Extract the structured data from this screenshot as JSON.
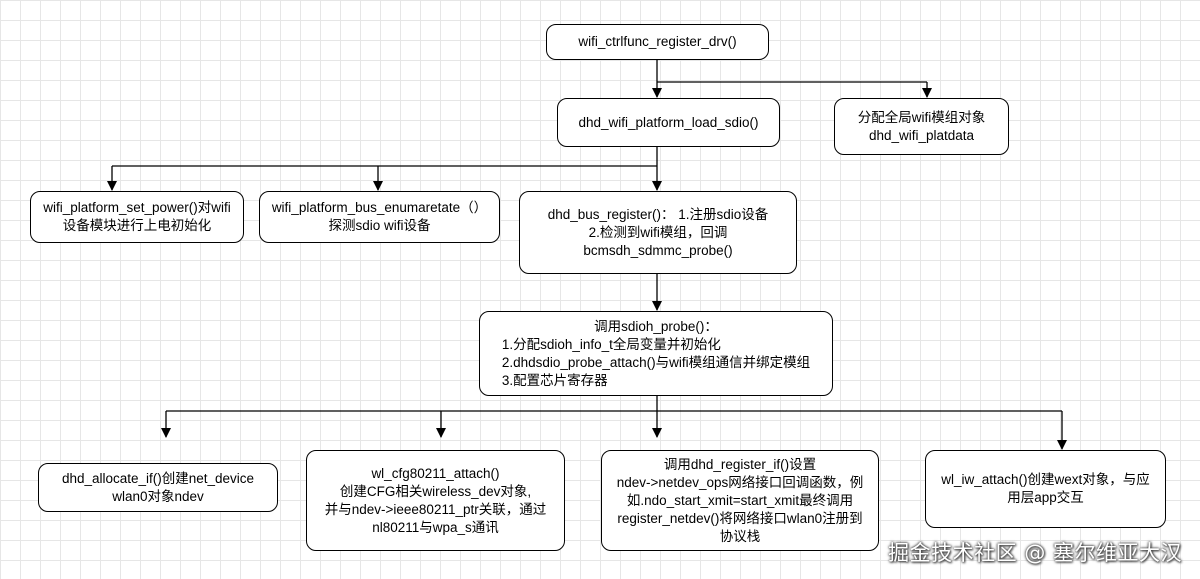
{
  "nodes": {
    "root": [
      "wifi_ctrlfunc_register_drv()"
    ],
    "load_sdio": [
      "dhd_wifi_platform_load_sdio()"
    ],
    "alloc_global": [
      "分配全局wifi模组对象",
      "dhd_wifi_platdata"
    ],
    "set_power": [
      "wifi_platform_set_power()对wifi",
      "设备模块进行上电初始化"
    ],
    "bus_enum": [
      "wifi_platform_bus_enumaretate（）",
      "探测sdio wifi设备"
    ],
    "bus_register": [
      "dhd_bus_register()： 1.注册sdio设备",
      "2.检测到wifi模组，回调",
      "bcmsdh_sdmmc_probe()"
    ],
    "sdioh_probe": [
      "调用sdioh_probe()：",
      "1.分配sdioh_info_t全局变量并初始化",
      "2.dhdsdio_probe_attach()与wifi模组通信并绑定模组",
      "3.配置芯片寄存器"
    ],
    "allocate_if": [
      "dhd_allocate_if()创建net_device",
      "wlan0对象ndev"
    ],
    "cfg80211": [
      "wl_cfg80211_attach()",
      "创建CFG相关wireless_dev对象,",
      "并与ndev->ieee80211_ptr关联，通过",
      "nl80211与wpa_s通讯"
    ],
    "register_if": [
      "调用dhd_register_if()设置",
      "ndev->netdev_ops网络接口回调函数，例",
      "如.ndo_start_xmit=start_xmit最终调用",
      "register_netdev()将网络接口wlan0注册到",
      "协议栈"
    ],
    "iw_attach": [
      "wl_iw_attach()创建wext对象，与应",
      "用层app交互"
    ]
  },
  "watermark": "掘金技术社区 @ 塞尔维亚大汉"
}
